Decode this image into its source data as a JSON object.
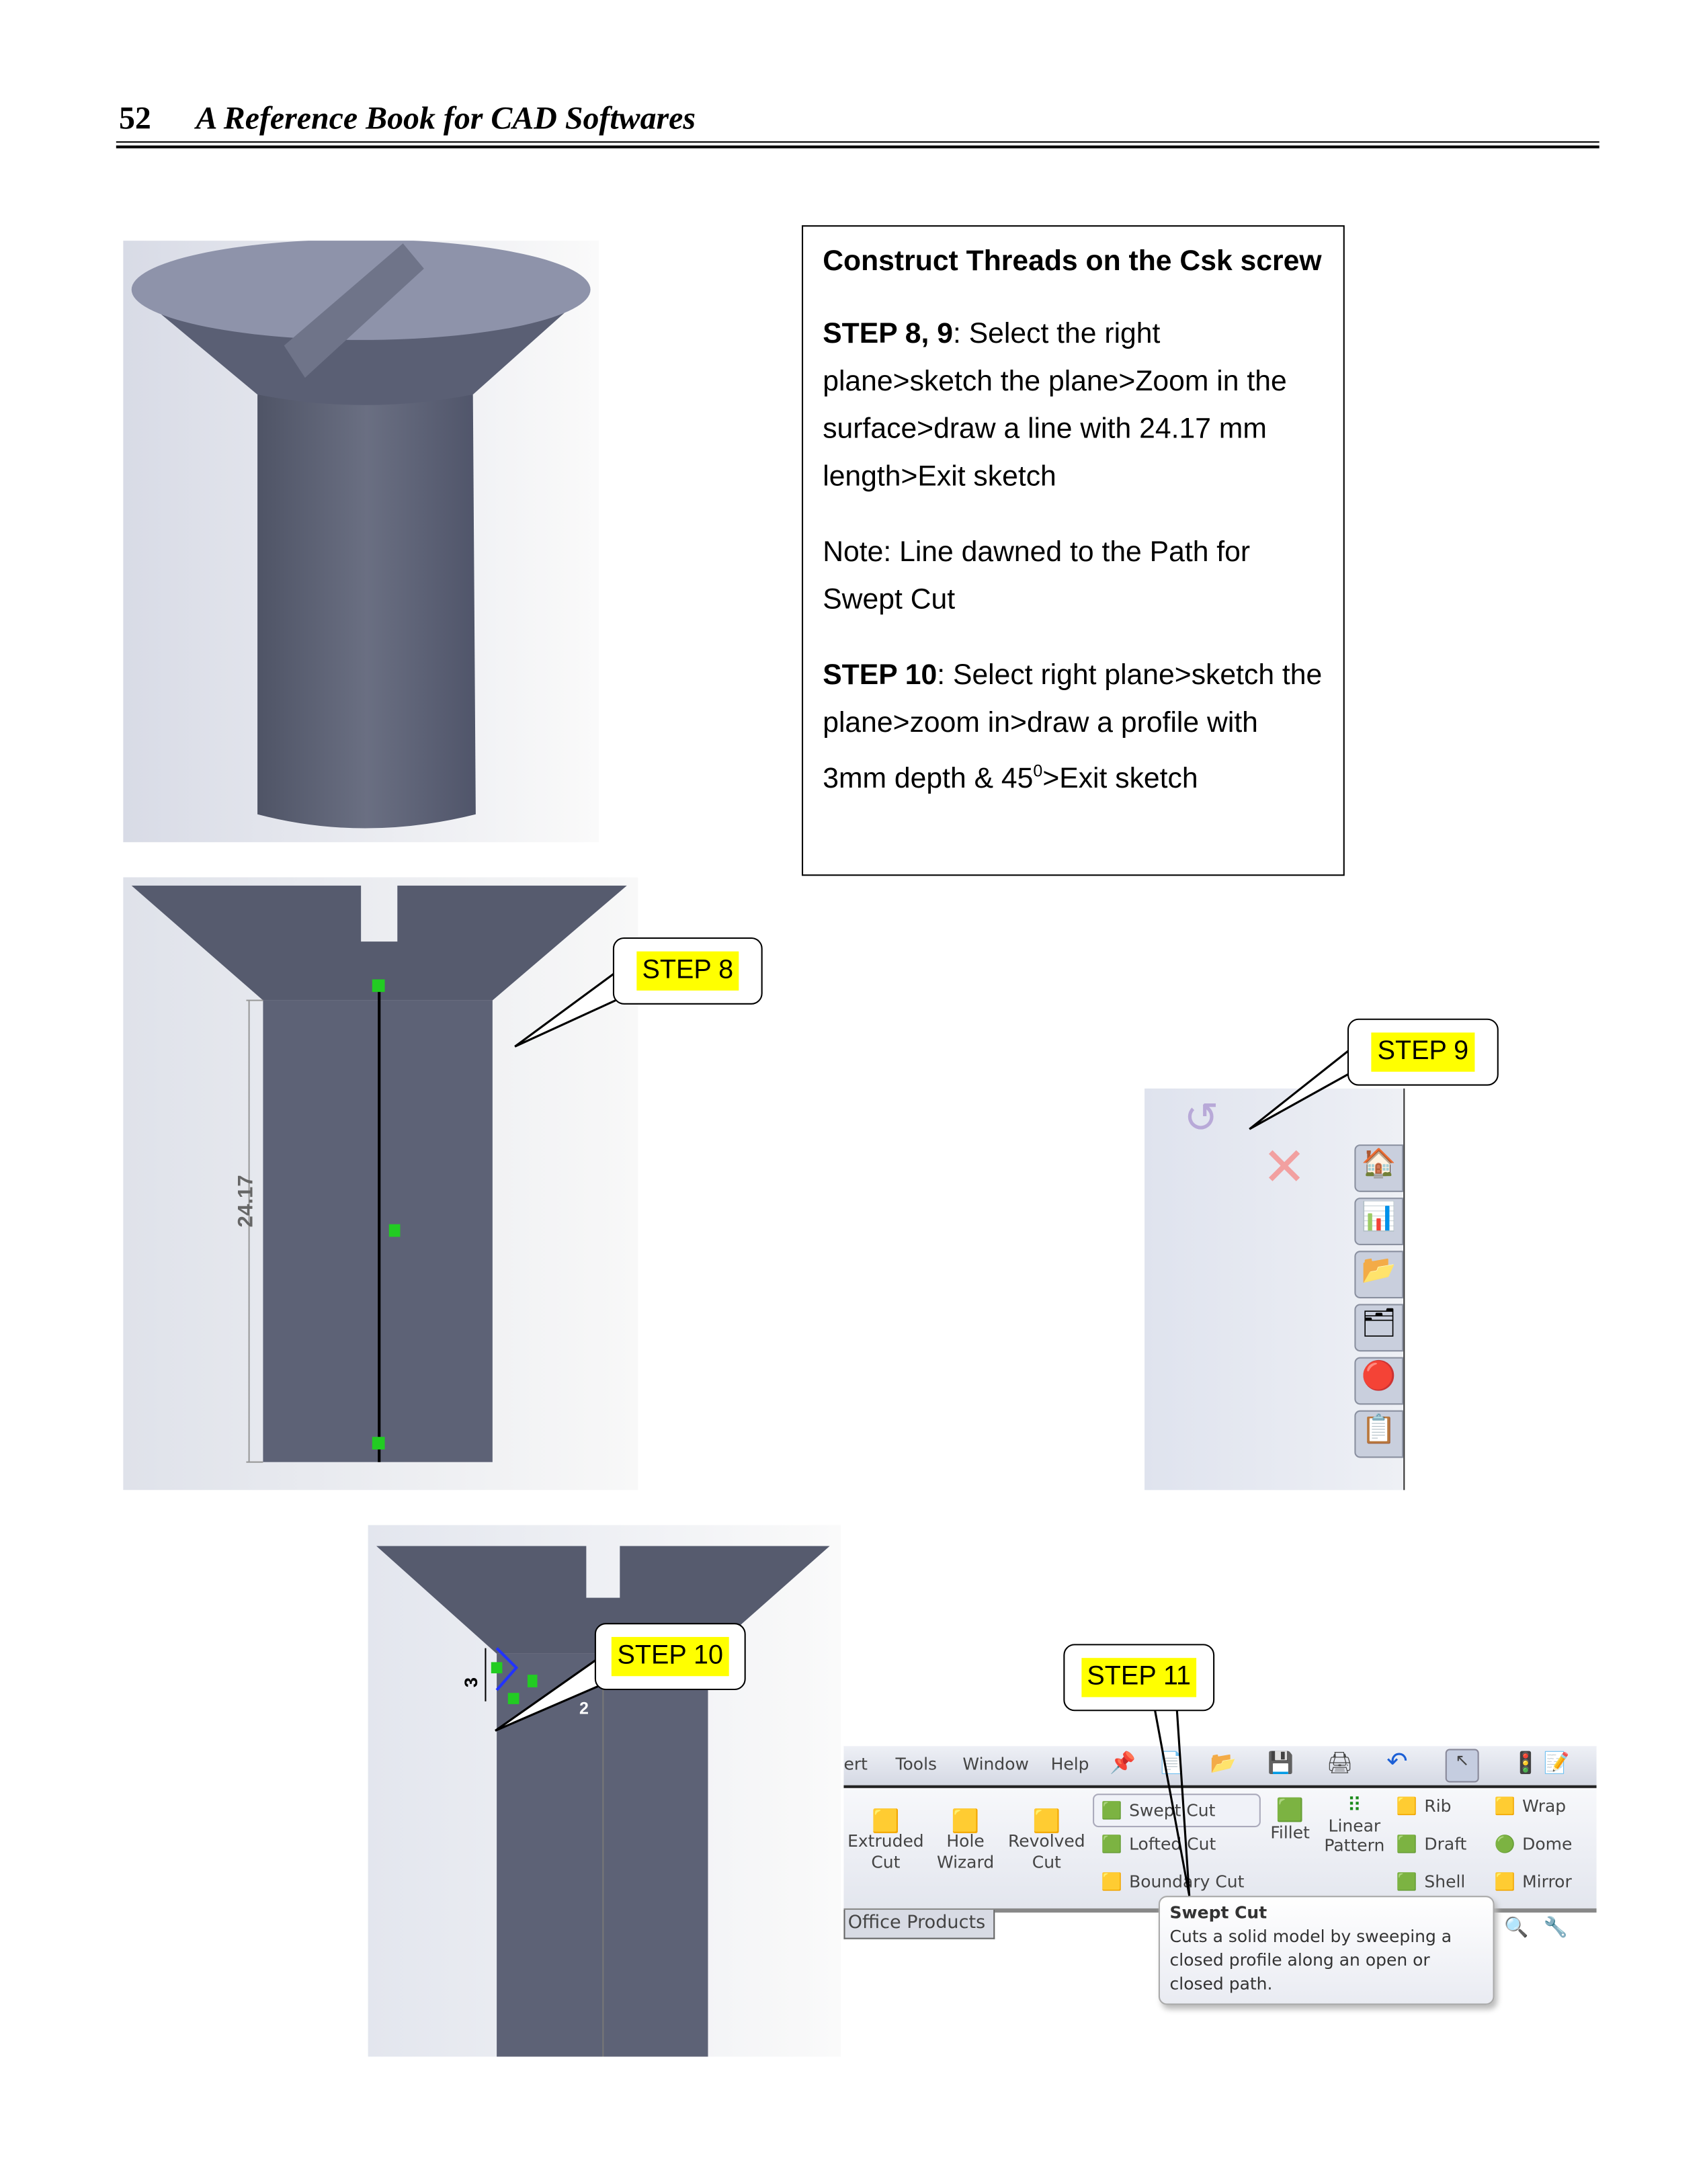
{
  "header": {
    "page_number": "52",
    "book_title": "A Reference Book for CAD Softwares"
  },
  "instructions": {
    "title": "Construct Threads on the Csk screw",
    "step89_label": "STEP 8, 9",
    "step89_text": ": Select the right plane>sketch the plane>Zoom in the surface>draw a line with 24.17 mm length>Exit sketch",
    "note": "Note: Line dawned to the Path for Swept Cut",
    "step10_label": "STEP 10",
    "step10_text_a": ": Select right plane>sketch the plane>zoom in>draw a profile with 3mm depth & 45",
    "step10_sup": "0",
    "step10_text_b": ">Exit sketch"
  },
  "callouts": {
    "step8": "STEP 8",
    "step9": "STEP 9",
    "step10": "STEP 10",
    "step11": "STEP 11"
  },
  "figures": {
    "dimension_length": "24.17",
    "dimension_depth": "3",
    "dimension_angle": "2"
  },
  "toolbar": {
    "menu": [
      "ert",
      "Tools",
      "Window",
      "Help"
    ],
    "commands": {
      "extruded_cut": "Extruded Cut",
      "hole_wizard": "Hole Wizard",
      "revolved_cut": "Revolved Cut",
      "swept_cut": "Swept Cut",
      "lofted_cut": "Lofted Cut",
      "boundary_cut": "Boundary Cut",
      "fillet": "Fillet",
      "linear_pattern": "Linear Pattern",
      "rib": "Rib",
      "draft": "Draft",
      "shell": "Shell",
      "wrap": "Wrap",
      "dome": "Dome",
      "mirror": "Mirror"
    },
    "tab": "Office Products",
    "tooltip_title": "Swept Cut",
    "tooltip_text": "Cuts a solid model by sweeping a closed profile along an open or closed path."
  }
}
